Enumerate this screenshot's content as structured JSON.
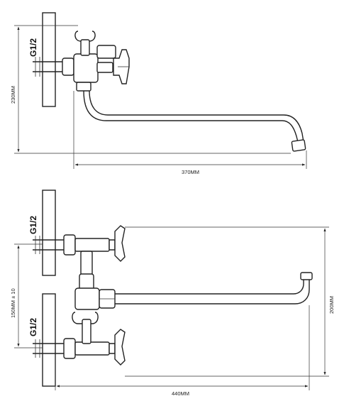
{
  "top_view": {
    "thread_label": "G1/2",
    "height_label": "230MM",
    "length_label": "370MM"
  },
  "front_view": {
    "thread_label_upper": "G1/2",
    "thread_label_lower": "G1/2",
    "spacing_label": "150MM ± 10",
    "height_label": "200MM",
    "length_label": "440MM"
  }
}
